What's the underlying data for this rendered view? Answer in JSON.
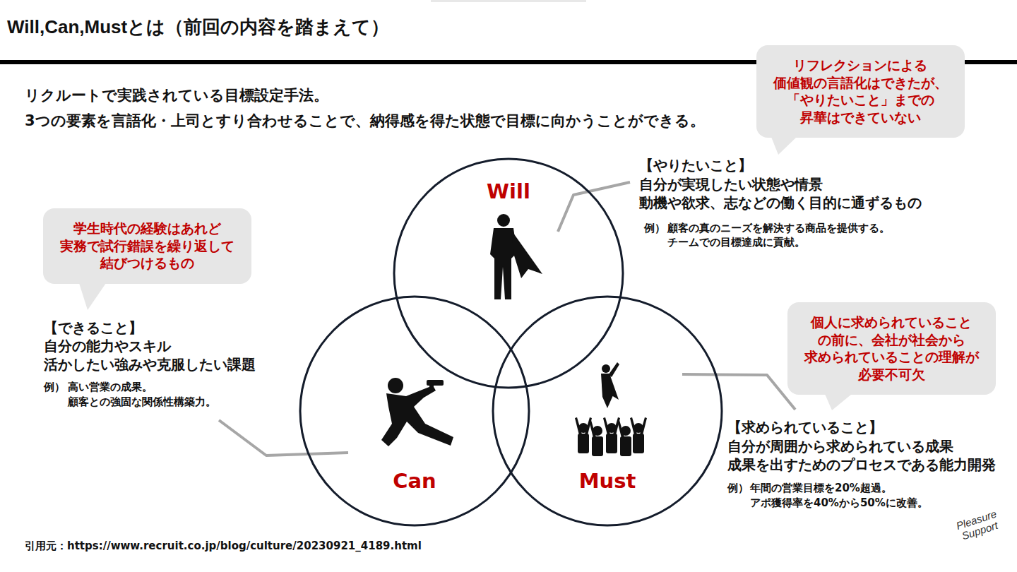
{
  "diagram": {
    "title": "Will,Can,Mustとは（前回の内容を踏まえて）",
    "nodes": [
      {
        "text": [
          "リフレクションによる 価値観の言語化はできたが、 「やりたいこと」までの 昇華はできていない"
        ]
      },
      {
        "text": [
          "Will"
        ]
      },
      {
        "text": [
          "学生時代の経験はあれど 実務で試行錯誤を繰り返して 結びつけるもの"
        ]
      },
      {
        "text": [
          "個人に求められていること の前に、会社が社会から 求められていることの理解が 必要不可欠"
        ]
      },
      {
        "text": [
          "Can"
        ]
      },
      {
        "text": [
          "Must"
        ]
      }
    ],
    "labels": [
      "リクルートで実践されている目標設定手法。",
      "3つの要素を言語化・上司とすり合わせることで、納得感を得た状態で目標に向かうことができる。",
      "【やりたいこと】",
      "自分が実現したい状態や情景",
      "動機や欲求、志などの働く目的に通ずるもの",
      "例）",
      "顧客の真のニーズを解決する商品を提供する。",
      "チームでの目標達成に貢献。",
      "【できること】",
      "自分の能力やスキル",
      "活かしたい強みや克服したい課題",
      "例）",
      "高い営業の成果。",
      "顧客との強固な関係性構築力。",
      "【求められていること】",
      "自分が周囲から求められている成果",
      "成果を出すためのプロセスである能力開発",
      "例）",
      "年間の営業目標を20%超過。",
      "アポ獲得率を40%から50%に改善。",
      "引用元：https://www.recruit.co.jp/blog/culture/20230921_4189.html",
      "Pleasure Support"
    ]
  }
}
